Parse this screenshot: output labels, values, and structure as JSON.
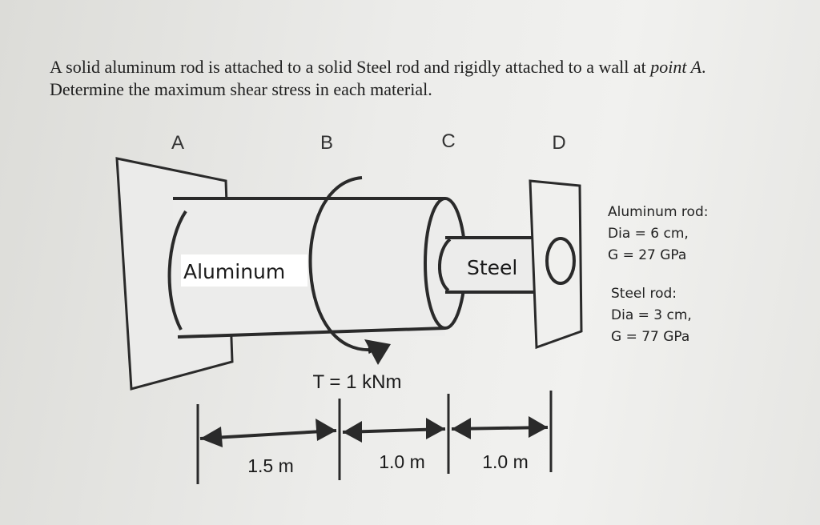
{
  "problem": {
    "line1_pre": "A solid aluminum rod is attached to a solid Steel rod and rigidly attached to a wall at ",
    "line1_point": "point A",
    "line1_end": ".",
    "line2": "Determine the maximum shear stress in each material."
  },
  "points": {
    "a": "A",
    "b": "B",
    "c": "C",
    "d": "D"
  },
  "rods": {
    "aluminum_label": "Aluminum",
    "steel_label": "Steel"
  },
  "torque_label": "T = 1 kNm",
  "dimensions": {
    "ab": "1.5 m",
    "bc": "1.0 m",
    "cd": "1.0 m"
  },
  "aluminum_props": {
    "title": "Aluminum rod:",
    "dia": "Dia = 6 cm,",
    "g": "G = 27 GPa"
  },
  "steel_props": {
    "title": "Steel rod:",
    "dia": "Dia = 3 cm,",
    "g": "G = 77 GPa"
  },
  "colors": {
    "ink": "#222222",
    "wall_fill": "#ebebea",
    "paper": "#ececea"
  }
}
